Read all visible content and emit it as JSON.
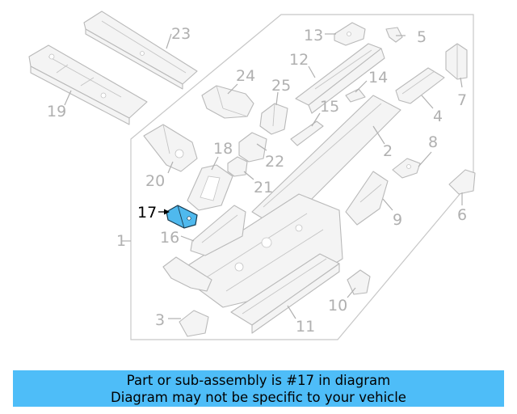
{
  "diagram": {
    "highlight_color": "#4fb9ee",
    "callouts": {
      "c1": "1",
      "c2": "2",
      "c3": "3",
      "c4": "4",
      "c5": "5",
      "c6": "6",
      "c7": "7",
      "c8": "8",
      "c9": "9",
      "c10": "10",
      "c11": "11",
      "c12": "12",
      "c13": "13",
      "c14": "14",
      "c15": "15",
      "c16": "16",
      "c17": "17",
      "c18": "18",
      "c19": "19",
      "c20": "20",
      "c21": "21",
      "c22": "22",
      "c23": "23",
      "c24": "24",
      "c25": "25"
    }
  },
  "caption": {
    "line1": "Part or sub-assembly is #17 in diagram",
    "line2": "Diagram may not be specific to your vehicle",
    "background": "#4ebdf8"
  }
}
